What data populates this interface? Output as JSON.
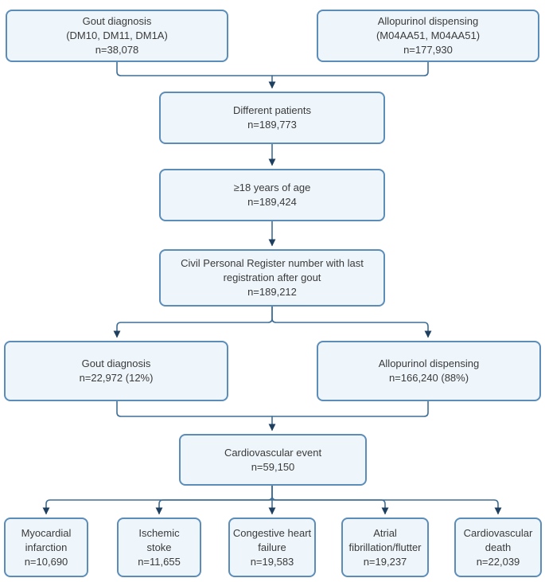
{
  "diagram": {
    "type": "flowchart",
    "colors": {
      "box_fill": "#eef6fc",
      "box_border": "#5b8db8",
      "connector_line": "#3f6e96",
      "arrowhead": "#1e3f5f",
      "text": "#3a3a3a",
      "background": "#ffffff"
    },
    "nodes": [
      {
        "id": "gout-source",
        "lines": [
          "Gout diagnosis",
          "(DM10, DM11, DM1A)",
          "n=38,078"
        ]
      },
      {
        "id": "allopurinol-source",
        "lines": [
          "Allopurinol dispensing",
          "(M04AA51, M04AA51)",
          "n=177,930"
        ]
      },
      {
        "id": "different-patients",
        "lines": [
          "Different patients",
          "n=189,773"
        ]
      },
      {
        "id": "age-filter",
        "lines": [
          "≥18 years of age",
          "n=189,424"
        ]
      },
      {
        "id": "cpr-filter",
        "lines": [
          "Civil Personal Register number with last",
          "registration after gout",
          "n=189,212"
        ]
      },
      {
        "id": "gout-group",
        "lines": [
          "Gout diagnosis",
          "n=22,972 (12%)"
        ]
      },
      {
        "id": "allopurinol-group",
        "lines": [
          "Allopurinol dispensing",
          "n=166,240 (88%)"
        ]
      },
      {
        "id": "cardiovascular-event",
        "lines": [
          "Cardiovascular event",
          "n=59,150"
        ]
      },
      {
        "id": "myocardial-infarction",
        "lines": [
          "Myocardial",
          "infarction",
          "n=10,690"
        ]
      },
      {
        "id": "ischemic-stroke",
        "lines": [
          "Ischemic",
          "stoke",
          "n=11,655"
        ]
      },
      {
        "id": "congestive-heart-failure",
        "lines": [
          "Congestive heart",
          "failure",
          "n=19,583"
        ]
      },
      {
        "id": "atrial-fibrillation",
        "lines": [
          "Atrial",
          "fibrillation/flutter",
          "n=19,237"
        ]
      },
      {
        "id": "cardiovascular-death",
        "lines": [
          "Cardiovascular",
          "death",
          "n=22,039"
        ]
      }
    ]
  }
}
